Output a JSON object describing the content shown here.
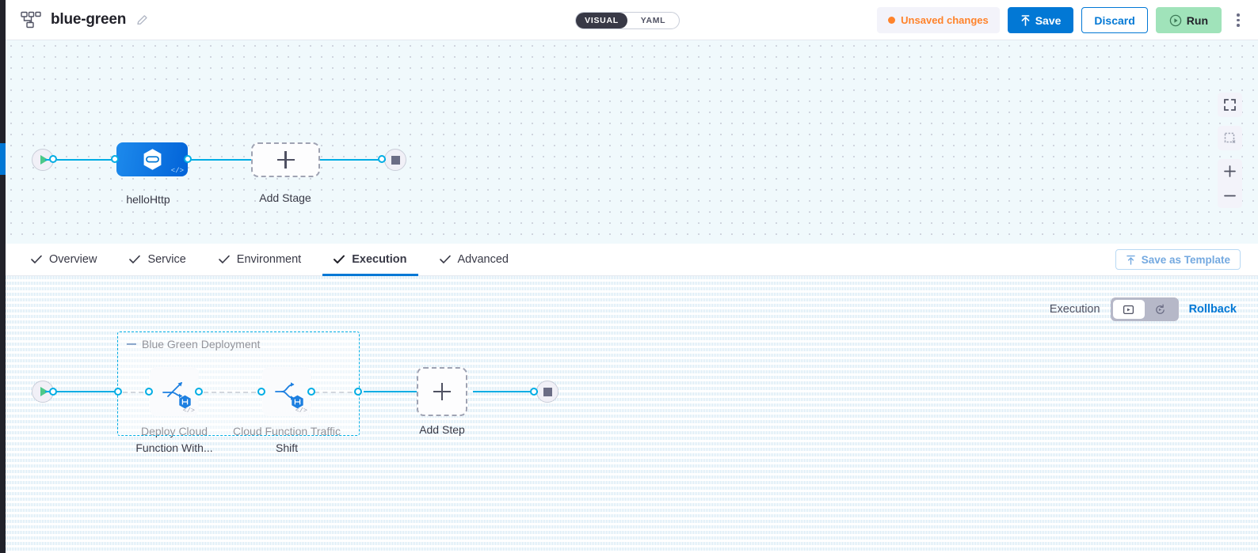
{
  "header": {
    "pipeline_icon": "pipeline-nodes-icon",
    "title": "blue-green",
    "edit_icon": "pencil-icon",
    "view_toggle": {
      "options": [
        "VISUAL",
        "YAML"
      ],
      "selected": "VISUAL"
    },
    "unsaved_label": "Unsaved changes",
    "save_label": "Save",
    "discard_label": "Discard",
    "run_label": "Run",
    "more_icon": "kebab-menu-icon"
  },
  "colors": {
    "accent_blue": "#0278d5",
    "edge_cyan": "#00ade4",
    "warning_orange": "#ff832b",
    "run_green": "#a0e3ba",
    "canvas_top_bg": "#f0f9fc"
  },
  "stage_canvas": {
    "start_node": "start-play-node",
    "end_node": "end-stop-node",
    "stage": {
      "label": "helloHttp",
      "icon": "harness-hexagon-icon",
      "code_mark": "</>"
    },
    "add_stage": {
      "label": "Add Stage",
      "icon": "plus-icon"
    },
    "controls": [
      {
        "name": "fit-to-screen-icon"
      },
      {
        "name": "selection-box-icon"
      },
      {
        "name": "zoom-in-icon"
      },
      {
        "name": "zoom-out-icon"
      }
    ]
  },
  "tabs": [
    {
      "label": "Overview",
      "active": false,
      "check": true
    },
    {
      "label": "Service",
      "active": false,
      "check": true
    },
    {
      "label": "Environment",
      "active": false,
      "check": true
    },
    {
      "label": "Execution",
      "active": true,
      "check": true
    },
    {
      "label": "Advanced",
      "active": false,
      "check": true
    }
  ],
  "save_as_template": {
    "label": "Save as Template",
    "icon": "template-upload-icon"
  },
  "execution": {
    "label": "Execution",
    "toggle": {
      "left_icon": "execution-view-icon",
      "right_icon": "rollback-view-icon",
      "selected": "left"
    },
    "rollback_label": "Rollback",
    "group": {
      "title": "Blue Green Deployment",
      "collapse_icon": "collapse-dash-icon"
    },
    "steps": [
      {
        "label": "Deploy Cloud Function With...",
        "icon": "deploy-cloud-function-icon",
        "badge": "step-badge-icon",
        "code_mark": "</>"
      },
      {
        "label": "Cloud Function Traffic Shift",
        "icon": "traffic-shift-icon",
        "badge": "step-badge-icon",
        "code_mark": "</>"
      }
    ],
    "add_step": {
      "label": "Add Step",
      "icon": "plus-icon"
    },
    "start_node": "start-play-node",
    "end_node": "end-stop-node"
  }
}
